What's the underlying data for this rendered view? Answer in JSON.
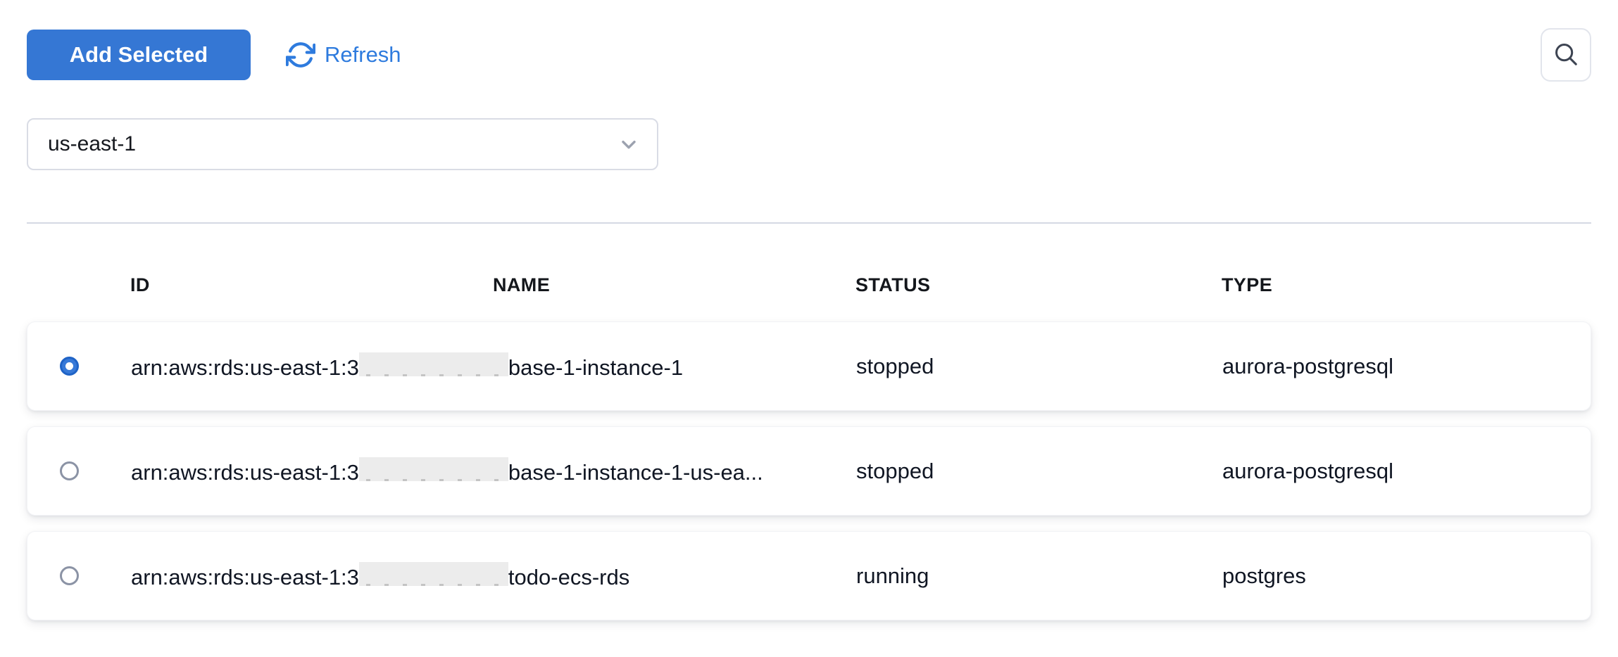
{
  "toolbar": {
    "add_selected_label": "Add Selected",
    "refresh_label": "Refresh",
    "icons": {
      "refresh": "refresh-cw-icon",
      "search": "magnifier-icon"
    }
  },
  "region_select": {
    "value": "us-east-1",
    "icon": "chevron-down-icon"
  },
  "table": {
    "columns": [
      "ID",
      "NAME",
      "STATUS",
      "TYPE"
    ],
    "rows": [
      {
        "selected": true,
        "id_prefix": "arn:aws:rds:us-east-1:3",
        "id_redacted": true,
        "name": "base-1-instance-1",
        "status": "stopped",
        "type": "aurora-postgresql"
      },
      {
        "selected": false,
        "id_prefix": "arn:aws:rds:us-east-1:3",
        "id_redacted": true,
        "name": "base-1-instance-1-us-ea...",
        "status": "stopped",
        "type": "aurora-postgresql"
      },
      {
        "selected": false,
        "id_prefix": "arn:aws:rds:us-east-1:3",
        "id_redacted": true,
        "name": "todo-ecs-rds",
        "status": "running",
        "type": "postgres"
      }
    ]
  },
  "colors": {
    "primary_button": "#3577d4",
    "link_blue": "#2e7bde",
    "radio_selected": "#3779d8",
    "radio_unselected_border": "#8b93a5",
    "divider": "#d5d9e3",
    "redaction_box": "#ececec",
    "text": "#101623"
  }
}
